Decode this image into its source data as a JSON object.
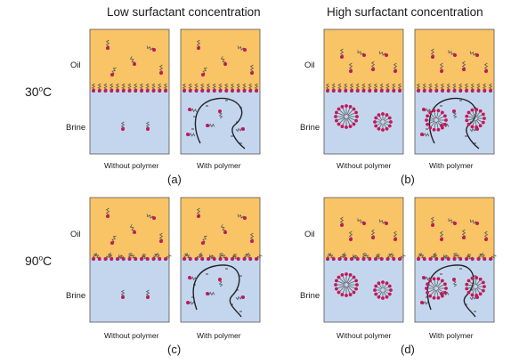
{
  "headings": {
    "low": "Low surfactant concentration",
    "high": "High surfactant concentration"
  },
  "temperatures": {
    "t30": "30",
    "t90": "90",
    "unit": "C",
    "degree": "o"
  },
  "phases": {
    "oil": "Oil",
    "brine": "Brine"
  },
  "captions": {
    "without": "Without polymer",
    "with": "With polymer"
  },
  "panel_letters": {
    "a": "(a)",
    "b": "(b)",
    "c": "(c)",
    "d": "(d)"
  },
  "colors": {
    "oil": "#f9c466",
    "brine": "#c4d6ee",
    "head": "#c0195a",
    "tail": "#555555",
    "polymer": "#222222",
    "border": "#555555"
  }
}
